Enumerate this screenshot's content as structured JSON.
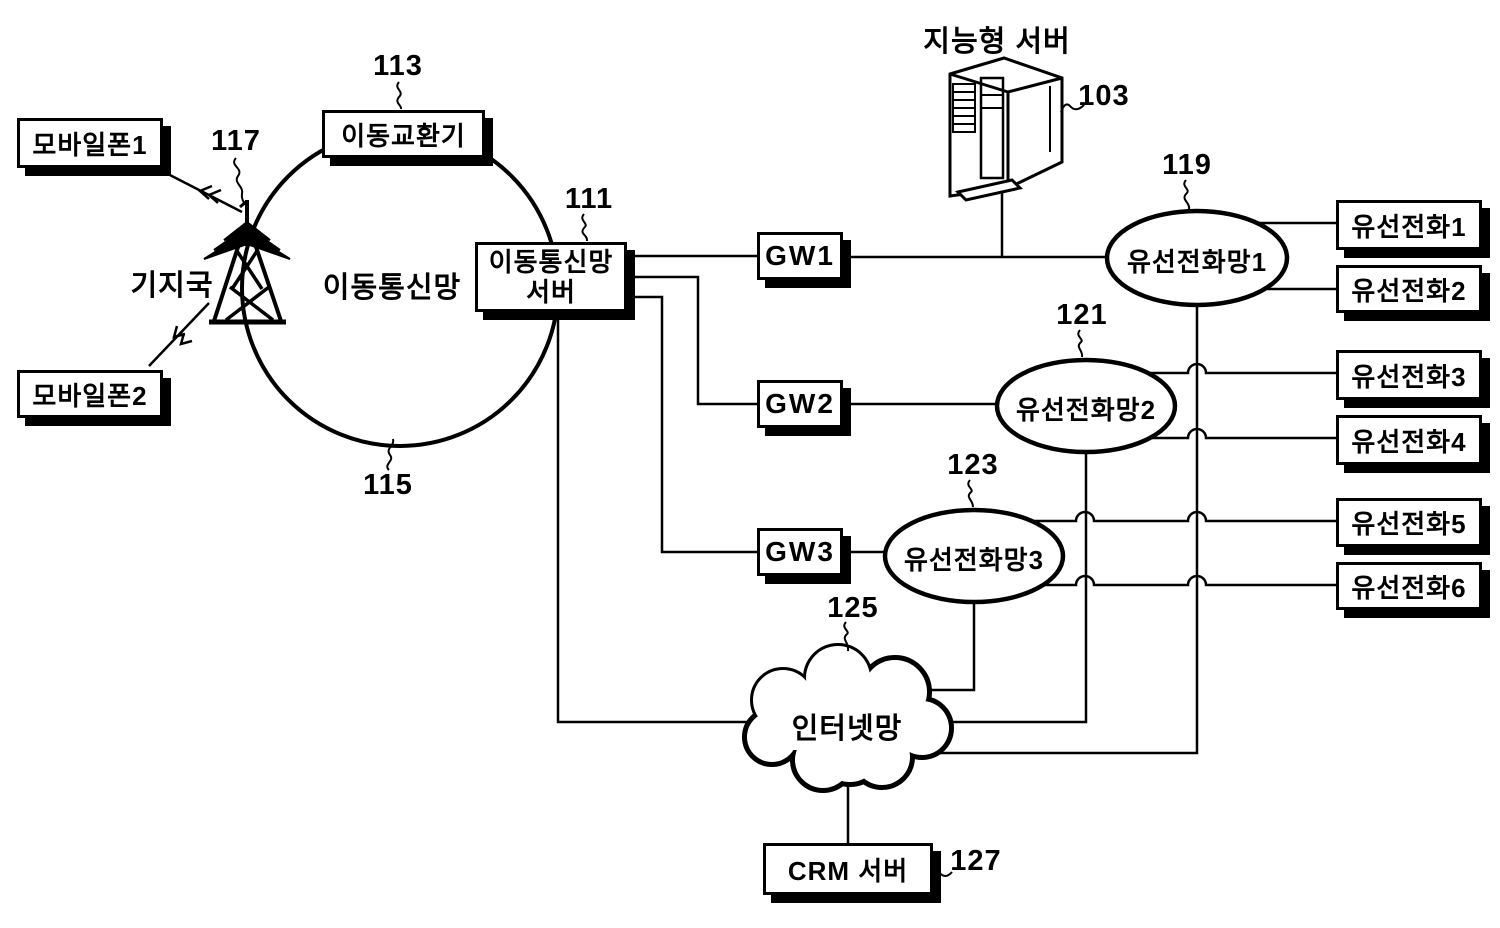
{
  "nodes": {
    "mobile_phone1": "모바일폰1",
    "mobile_phone2": "모바일폰2",
    "mobile_switch": "이동교환기",
    "mobile_network_server": {
      "line1": "이동통신망",
      "line2": "서버"
    },
    "gw1": "GW1",
    "gw2": "GW2",
    "gw3": "GW3",
    "crm_server": "CRM 서버"
  },
  "labels": {
    "intelligent_server": "지능형 서버",
    "base_station": "기지국",
    "mobile_network": "이동통신망",
    "internet": "인터넷망"
  },
  "networks": [
    {
      "label": "유선전화망1"
    },
    {
      "label": "유선전화망2"
    },
    {
      "label": "유선전화망3"
    }
  ],
  "phones": [
    {
      "label": "유선전화1"
    },
    {
      "label": "유선전화2"
    },
    {
      "label": "유선전화3"
    },
    {
      "label": "유선전화4"
    },
    {
      "label": "유선전화5"
    },
    {
      "label": "유선전화6"
    }
  ],
  "refs": {
    "r103": "103",
    "r111": "111",
    "r113": "113",
    "r115": "115",
    "r117": "117",
    "r119": "119",
    "r121": "121",
    "r123": "123",
    "r125": "125",
    "r127": "127"
  }
}
